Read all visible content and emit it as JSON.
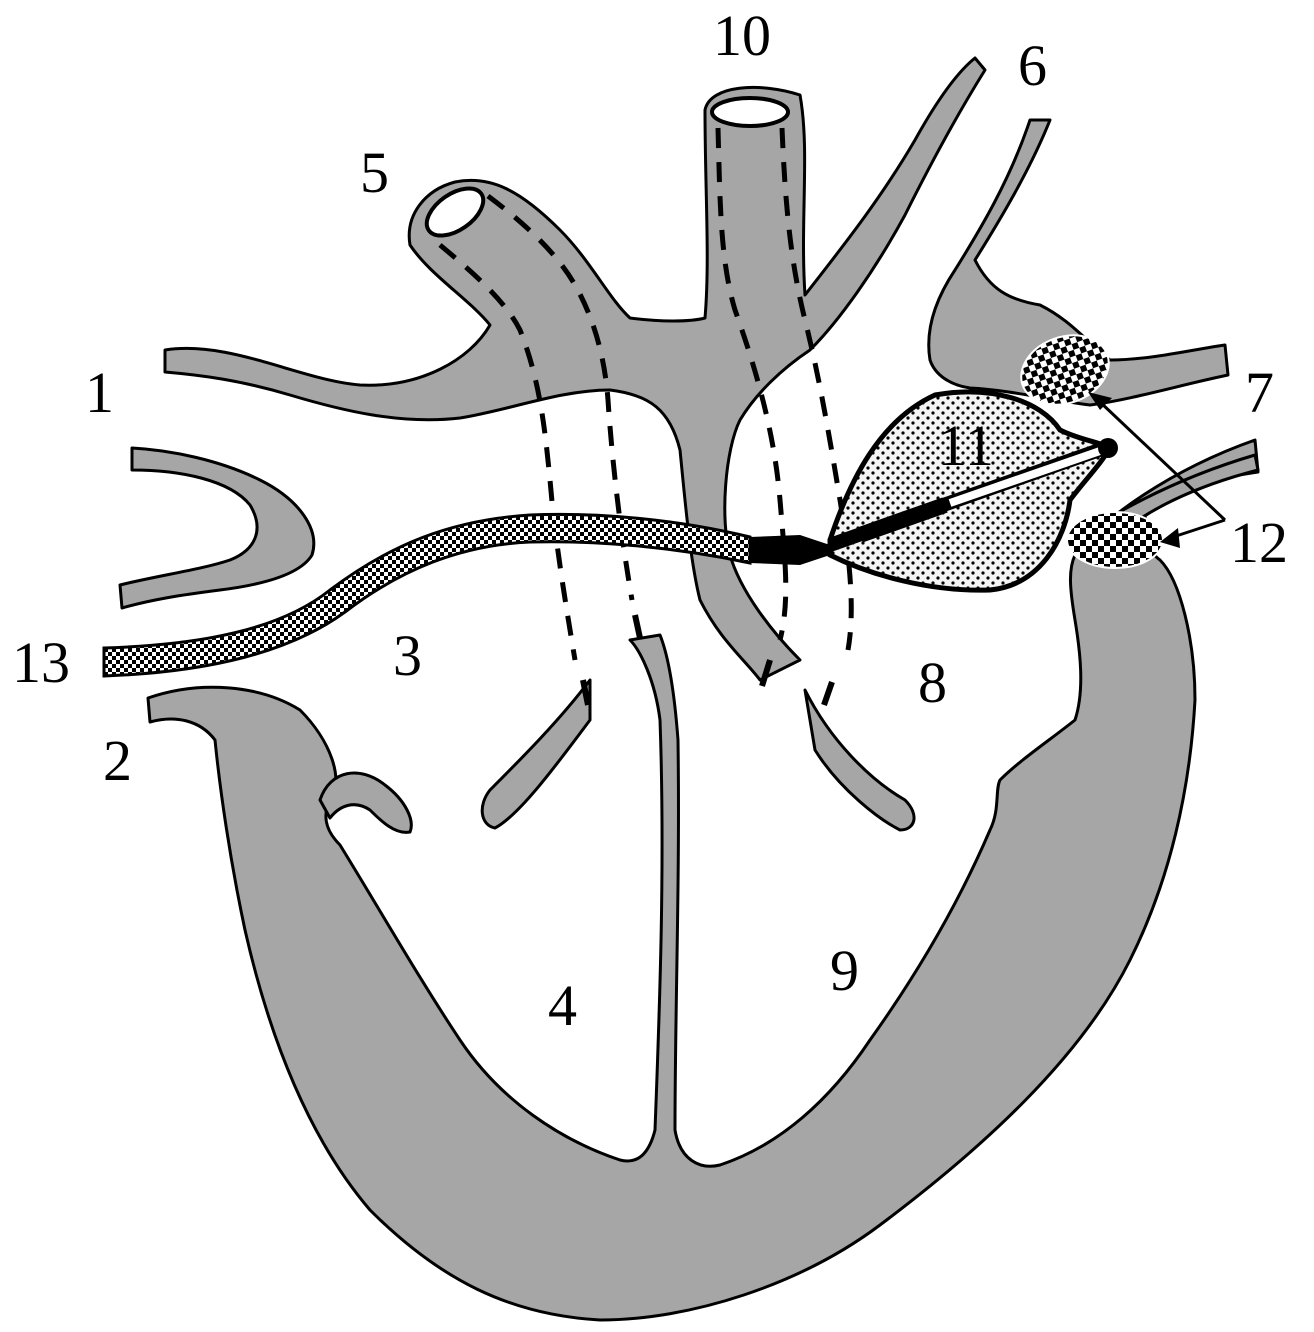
{
  "colors": {
    "tissue": "#a6a6a6",
    "outline": "#000000",
    "background": "#ffffff",
    "balloon_fill": "#f0f0f0"
  },
  "labels": {
    "l1": "1",
    "l2": "2",
    "l3": "3",
    "l4": "4",
    "l5": "5",
    "l6": "6",
    "l7": "7",
    "l8": "8",
    "l9": "9",
    "l10": "10",
    "l11": "11",
    "l12": "12",
    "l13": "13"
  }
}
